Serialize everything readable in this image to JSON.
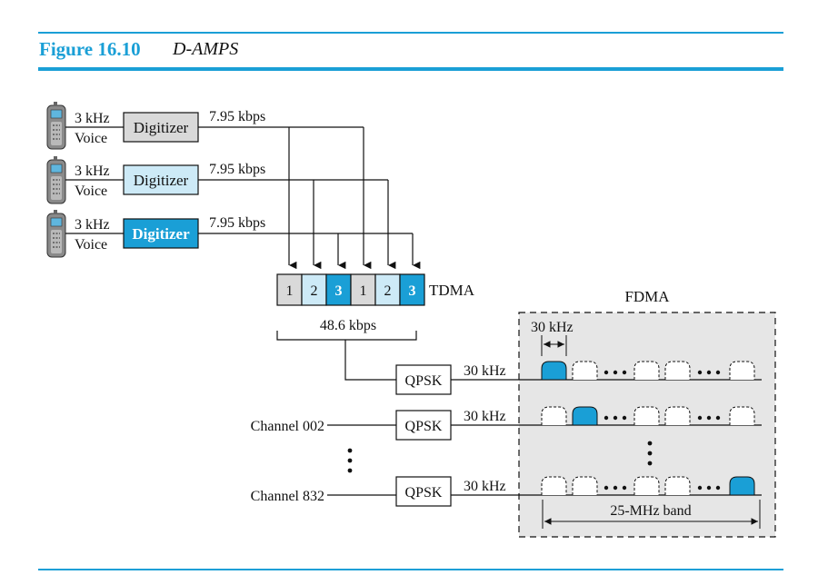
{
  "figure": {
    "number": "Figure 16.10",
    "title": "D-AMPS"
  },
  "voice_sources": [
    {
      "freq": "3 kHz",
      "label": "Voice",
      "digitizer": "Digitizer",
      "rate": "7.95 kbps",
      "style": "gray"
    },
    {
      "freq": "3 kHz",
      "label": "Voice",
      "digitizer": "Digitizer",
      "rate": "7.95 kbps",
      "style": "light-blue"
    },
    {
      "freq": "3 kHz",
      "label": "Voice",
      "digitizer": "Digitizer",
      "rate": "7.95 kbps",
      "style": "blue"
    }
  ],
  "tdma": {
    "slots": [
      "1",
      "2",
      "3",
      "1",
      "2",
      "3"
    ],
    "label": "TDMA",
    "rate": "48.6 kbps"
  },
  "channels": [
    {
      "name": "",
      "modulator": "QPSK",
      "bandwidth": "30 kHz"
    },
    {
      "name": "Channel 002",
      "modulator": "QPSK",
      "bandwidth": "30 kHz"
    },
    {
      "name": "Channel 832",
      "modulator": "QPSK",
      "bandwidth": "30 kHz"
    }
  ],
  "fdma": {
    "title": "FDMA",
    "channel_width": "30 kHz",
    "band": "25-MHz band"
  },
  "colors": {
    "accent": "#1a9fd6",
    "gray_box": "#d9d9d9",
    "light_blue_box": "#cdeaf7",
    "panel": "#e6e6e6"
  }
}
